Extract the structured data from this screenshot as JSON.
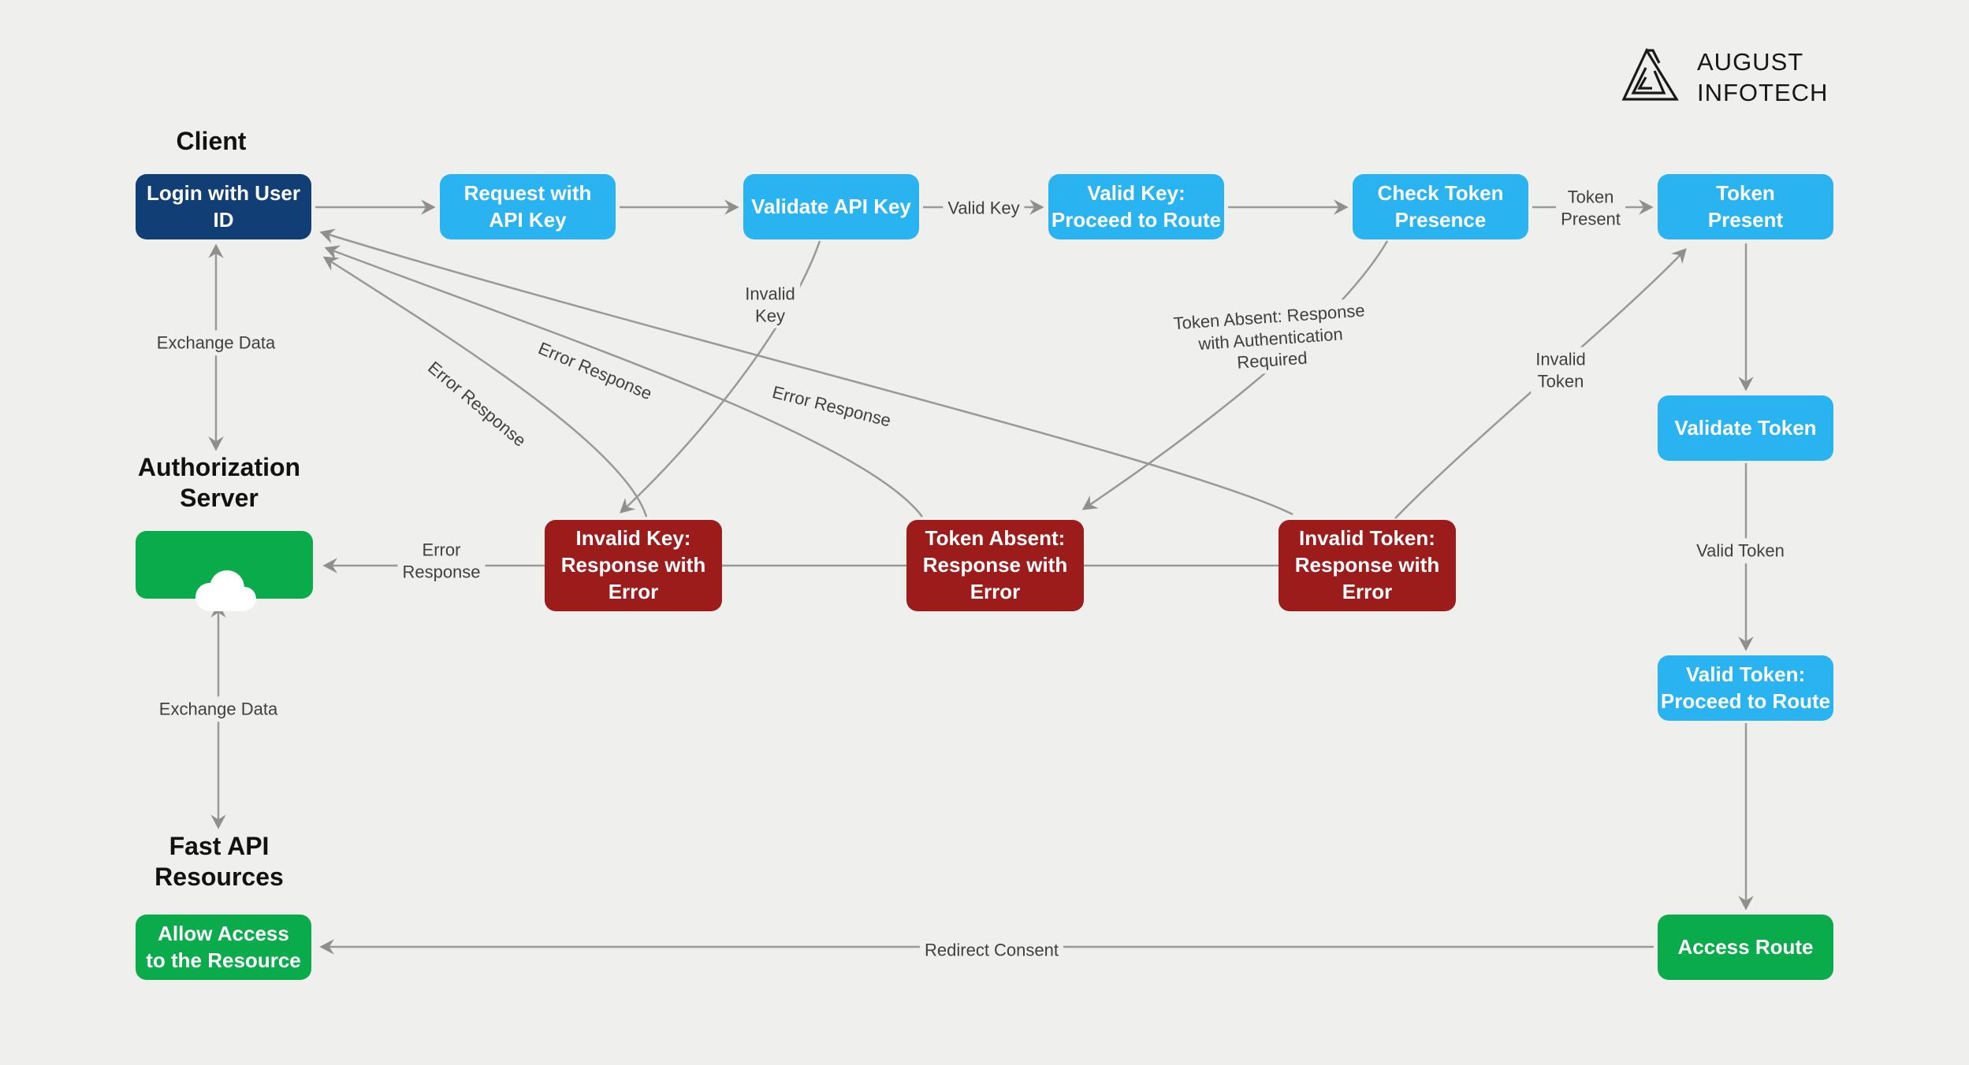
{
  "logo": {
    "line1": "AUGUST",
    "line2": "INFOTECH"
  },
  "headings": {
    "client": "Client",
    "auth_server": "Authorization\nServer",
    "fast_api": "Fast API\nResources"
  },
  "nodes": {
    "login": {
      "label": "Login with User\nID"
    },
    "request": {
      "label": "Request with\nAPI Key"
    },
    "validate_key": {
      "label": "Validate API Key"
    },
    "valid_key_route": {
      "label": "Valid Key:\nProceed to Route"
    },
    "check_token": {
      "label": "Check Token\nPresence"
    },
    "token_present": {
      "label": "Token\nPresent"
    },
    "validate_token": {
      "label": "Validate Token"
    },
    "valid_token_route": {
      "label": "Valid Token:\nProceed to Route"
    },
    "access_route": {
      "label": "Access Route"
    },
    "invalid_key": {
      "label": "Invalid Key:\nResponse with\nError"
    },
    "token_absent": {
      "label": "Token Absent:\nResponse with\nError"
    },
    "invalid_token": {
      "label": "Invalid Token:\nResponse with\nError"
    },
    "allow_access": {
      "label": "Allow Access\nto the Resource"
    }
  },
  "edge_labels": {
    "valid_key": "Valid Key",
    "token_present": "Token\nPresent",
    "invalid_key": "Invalid\nKey",
    "error_response_invalid_key": "Error Response",
    "error_response_token_absent": "Error Response",
    "error_response_invalid_token": "Error Response",
    "token_absent_auth": "Token Absent: Response\nwith Authentication\nRequired",
    "invalid_token": "Invalid\nToken",
    "valid_token": "Valid Token",
    "exchange_data_client": "Exchange Data",
    "exchange_data_fastapi": "Exchange Data",
    "error_response_to_auth": "Error\nResponse",
    "redirect_consent": "Redirect Consent"
  },
  "colors": {
    "background": "#efefed",
    "navy": "#113f75",
    "blue": "#29b4f1",
    "red": "#9c1b1b",
    "green": "#0aab4a",
    "line": "#999999",
    "label_text": "#404040"
  }
}
